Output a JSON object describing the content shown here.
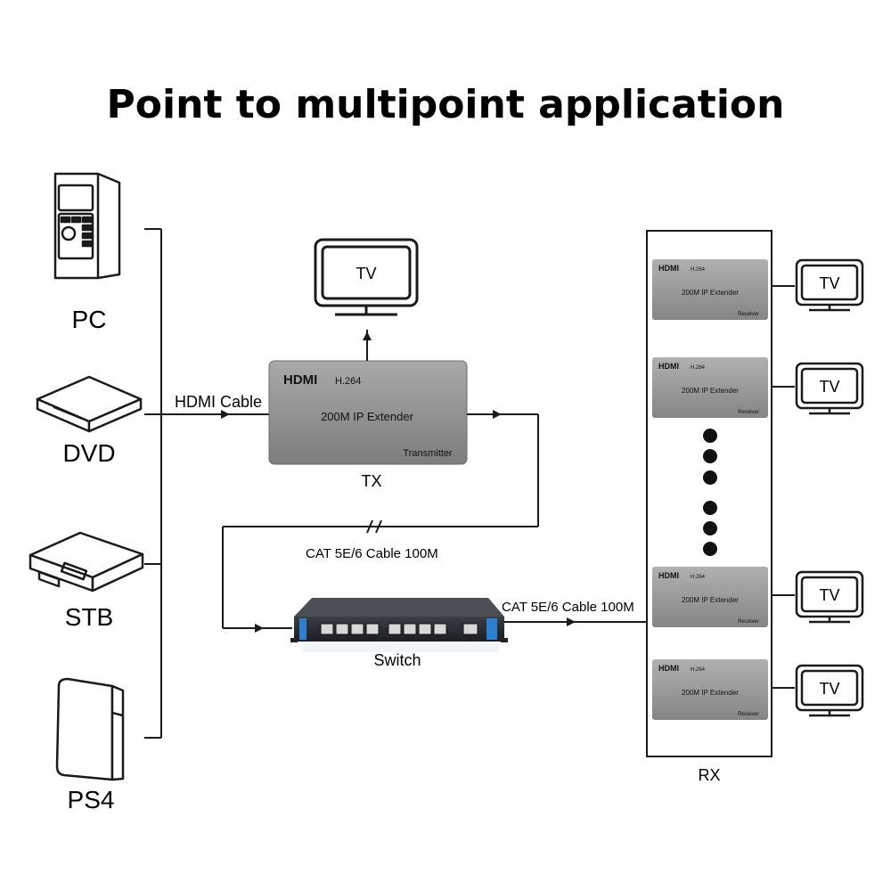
{
  "title": "Point to multipoint application",
  "sources": {
    "pc": "PC",
    "dvd": "DVD",
    "stb": "STB",
    "ps4": "PS4"
  },
  "cables": {
    "hdmi": "HDMI Cable",
    "cat_upper": "CAT 5E/6 Cable 100M",
    "cat_lower": "CAT 5E/6 Cable 100M"
  },
  "transmitter": {
    "brand": "HDMI",
    "codec": "H.264",
    "model": "200M IP Extender",
    "role": "Transmitter",
    "caption": "TX"
  },
  "tx_tv": "TV",
  "switch": {
    "caption": "Switch"
  },
  "receivers": {
    "caption": "RX",
    "brand": "HDMI",
    "codec": "H.264",
    "model": "200M IP Extender",
    "role": "Receiver",
    "tv": "TV"
  },
  "colors": {
    "line": "#1a1a1a",
    "device_gray": "#8f8f8f",
    "switch_body": "#2a2d33",
    "switch_accent": "#2f7fd0"
  }
}
